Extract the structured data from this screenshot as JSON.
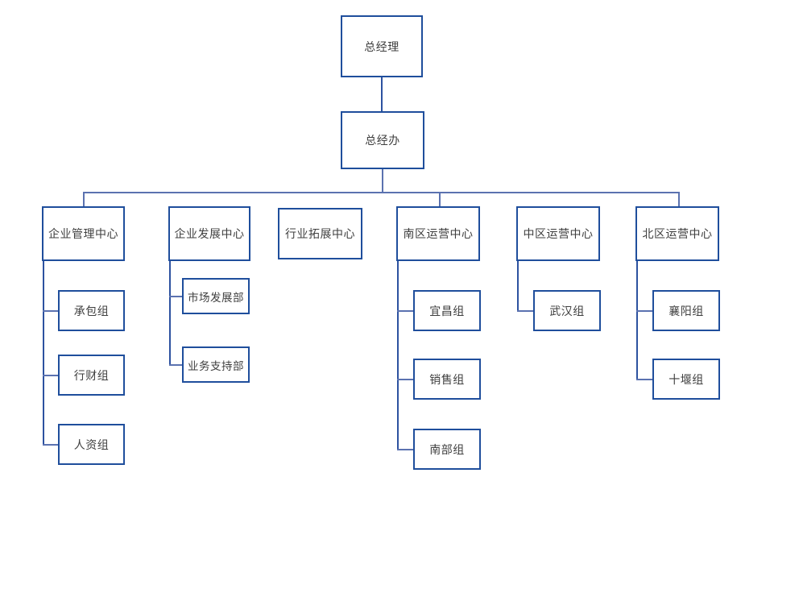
{
  "diagram": {
    "type": "org-chart",
    "title": "",
    "colors": {
      "node_border": "#1F4E9C",
      "node_fill": "#FFFFFF",
      "text": "#3F3F3F",
      "connector": "#2D52A0",
      "bus_connector": "#5B72B0",
      "background": "#FFFFFF"
    },
    "nodes": {
      "root": {
        "label": "总经理"
      },
      "office": {
        "label": "总经办"
      },
      "centers": [
        {
          "label": "企业管理中心"
        },
        {
          "label": "企业发展中心"
        },
        {
          "label": "行业拓展中心"
        },
        {
          "label": "南区运营中心"
        },
        {
          "label": "中区运营中心"
        },
        {
          "label": "北区运营中心"
        }
      ],
      "teams_mgmt": [
        {
          "label": "承包组"
        },
        {
          "label": "行财组"
        },
        {
          "label": "人资组"
        }
      ],
      "teams_dev": [
        {
          "label": "市场发展部"
        },
        {
          "label": "业务支持部"
        }
      ],
      "teams_south": [
        {
          "label": "宜昌组"
        },
        {
          "label": "销售组"
        },
        {
          "label": "南部组"
        }
      ],
      "teams_central": [
        {
          "label": "武汉组"
        }
      ],
      "teams_north": [
        {
          "label": "襄阳组"
        },
        {
          "label": "十堰组"
        }
      ]
    },
    "hierarchy": {
      "总经理": [
        "总经办"
      ],
      "总经办": [
        "企业管理中心",
        "企业发展中心",
        "行业拓展中心",
        "南区运营中心",
        "中区运营中心",
        "北区运营中心"
      ],
      "企业管理中心": [
        "承包组",
        "行财组",
        "人资组"
      ],
      "企业发展中心": [
        "市场发展部",
        "业务支持部"
      ],
      "行业拓展中心": [],
      "南区运营中心": [
        "宜昌组",
        "销售组",
        "南部组"
      ],
      "中区运营中心": [
        "武汉组"
      ],
      "北区运营中心": [
        "襄阳组",
        "十堰组"
      ]
    }
  }
}
